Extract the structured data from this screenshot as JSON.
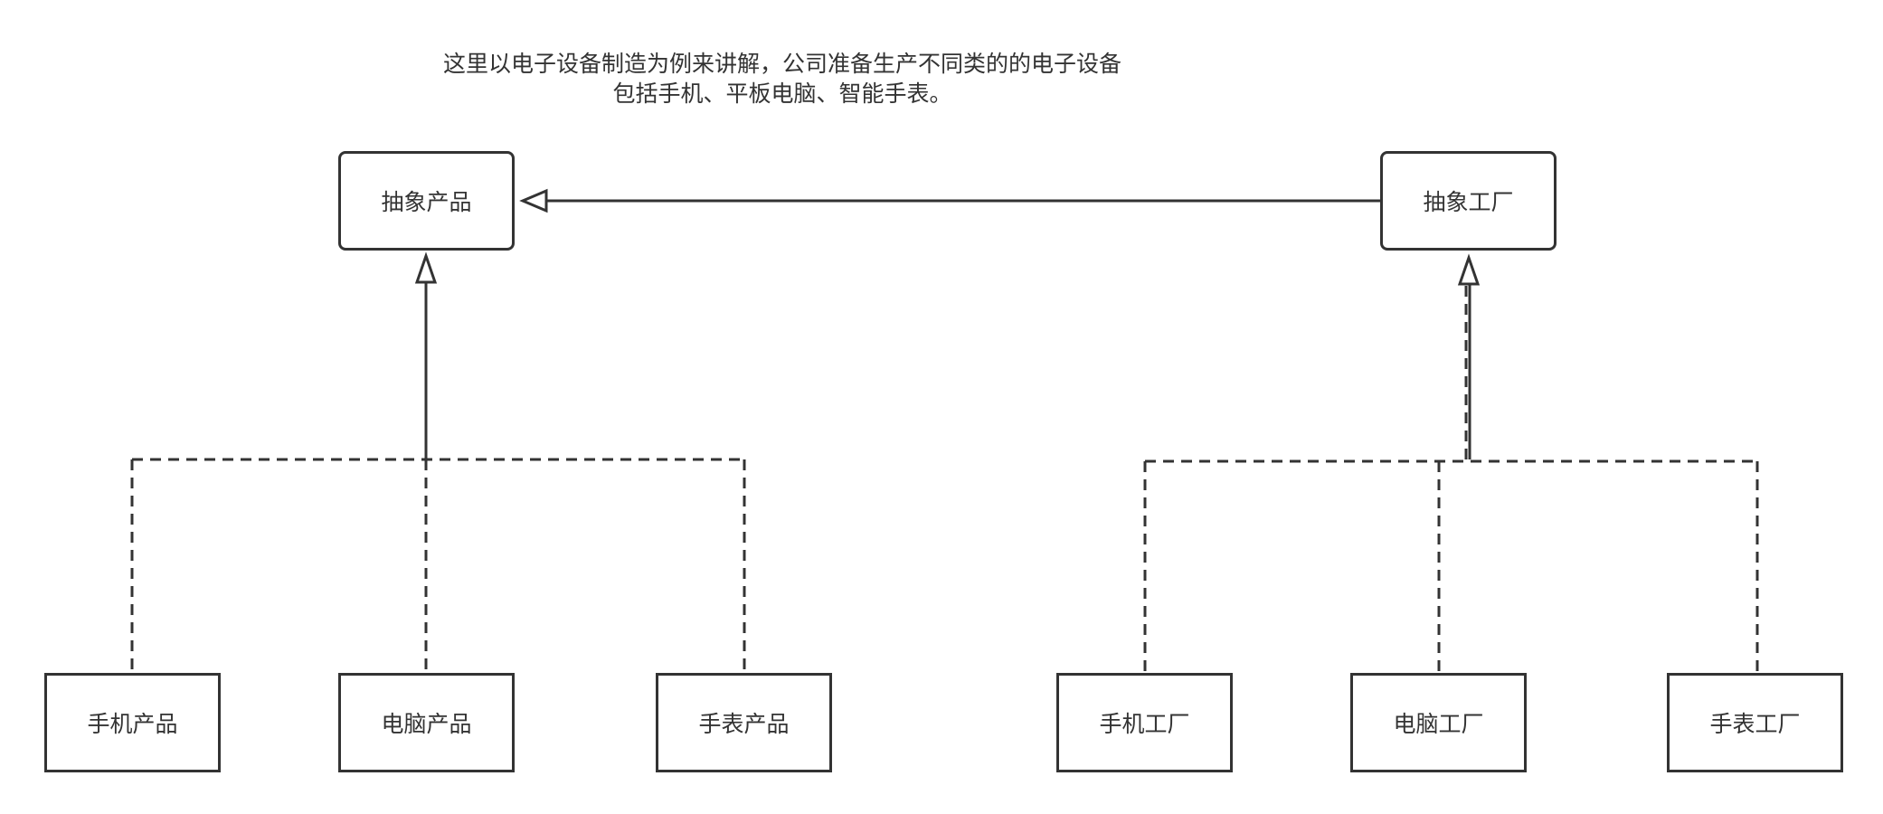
{
  "caption": {
    "line1": "这里以电子设备制造为例来讲解，公司准备生产不同类的的电子设备",
    "line2": "包括手机、平板电脑、智能手表。"
  },
  "nodes": {
    "abstract_product": "抽象产品",
    "abstract_factory": "抽象工厂",
    "phone_product": "手机产品",
    "pc_product": "电脑产品",
    "watch_product": "手表产品",
    "phone_factory": "手机工厂",
    "pc_factory": "电脑工厂",
    "watch_factory": "手表工厂"
  },
  "colors": {
    "stroke": "#333333",
    "background": "#ffffff"
  }
}
